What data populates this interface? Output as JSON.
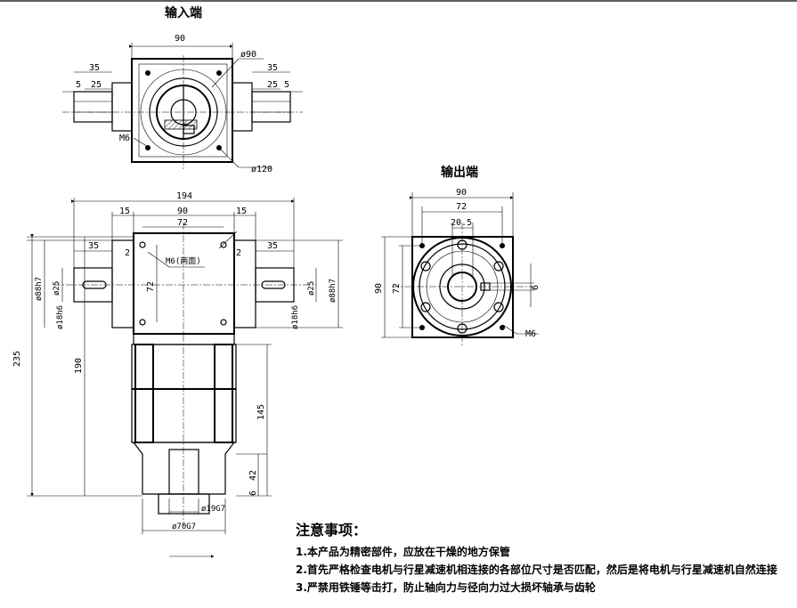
{
  "views": {
    "input_end_title": "输入端",
    "output_end_title": "输出端"
  },
  "top_view": {
    "width": "90",
    "dia_flange": "ø90",
    "shaft_len_left": "35",
    "shaft_len_right": "35",
    "key_left": "5",
    "key_len_left": "25",
    "key_right": "5",
    "key_len_right": "25",
    "thread": "M6",
    "pcd": "ø120"
  },
  "front_view": {
    "overall_width": "194",
    "body_width": "90",
    "offset_left": "15",
    "offset_right": "15",
    "bolt_spacing": "72",
    "shaft_len_left": "35",
    "shaft_len_right": "35",
    "step_left": "2",
    "step_right": "2",
    "thread_note": "M6(两面)",
    "height_72": "72",
    "dia_pilot_left": "ø88h7",
    "dia_shaft_left": "ø25",
    "dia_bore_left": "ø18h6",
    "dia_pilot_right": "ø88h7",
    "dia_shaft_right": "ø25",
    "dia_bore_right": "ø18h6",
    "total_height": "235",
    "height_190": "190",
    "height_145": "145",
    "height_42": "42",
    "height_6": "6",
    "dia_output_bore": "ø19G7",
    "dia_output_pilot": "ø70G7"
  },
  "output_view": {
    "width": "90",
    "bolt_spacing": "72",
    "keyway": "20.5",
    "height": "90",
    "height_72": "72",
    "key_width": "6",
    "thread": "M6"
  },
  "notes": {
    "heading": "注意事项：",
    "items": [
      "1.本产品为精密部件，应放在干燥的地方保管",
      "2.首先严格检查电机与行星减速机相连接的各部位尺寸是否匹配，然后是将电机与行星减速机自然连接",
      "3.严禁用铁锤等击打，防止轴向力与径向力过大损坏轴承与齿轮"
    ]
  }
}
